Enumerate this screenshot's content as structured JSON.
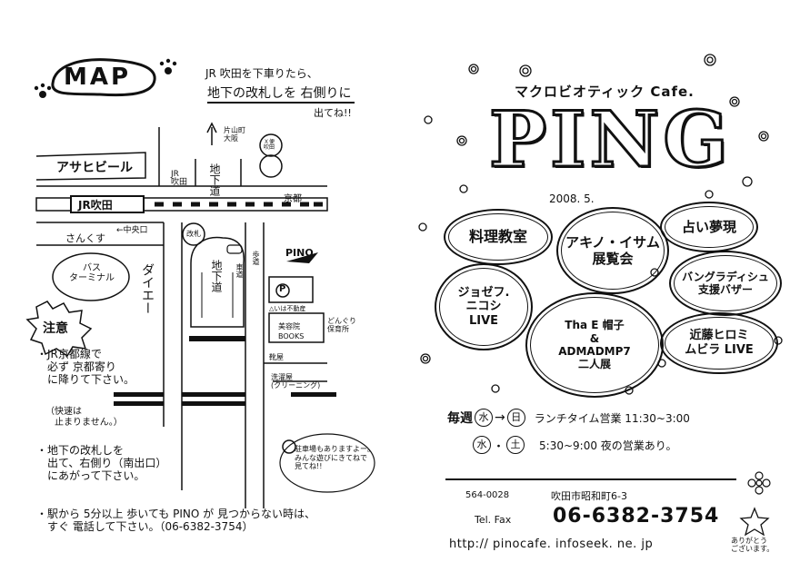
{
  "map": {
    "title": "MAP",
    "intro_line1": "JR 吹田を下車りたら、",
    "intro_line2": "地下の改札しを 右側りに",
    "intro_line3": "出てね!!",
    "labels": {
      "asahi": "アサヒビール",
      "jr_station": "JR吹田",
      "jr_small": "JR\n吹田",
      "sankusu": "さんくす",
      "south_exit": "←中央口",
      "bus": "バス\nターミナル",
      "daiei": "ダイエー",
      "chika_dou_top": "地下道",
      "chika_dou": "地下道",
      "kyoto": "京都",
      "katayama": "片山町\n大阪",
      "suita_post": "Ｘ便\n吹田",
      "kaisatsu": "改札",
      "pino": "PINO",
      "parking": "P",
      "fudosan": "△いは不動産",
      "biyoin": "美容院",
      "books": "BOOKS",
      "doctor": "どんぐり\n保育所",
      "shoe": "靴屋",
      "laundry": "洗濯屋\n(クリーニング)",
      "hodo": "歩道",
      "shado": "車道",
      "chushajo_note": "駐車場もありますよー。\nみんな遊びにきてねで\n見てね!!"
    },
    "caution_title": "注意",
    "notes": [
      "・JR京都線で\n　必ず 京都寄り\n　に降りて下さい。",
      "（快速は\n　止まりません。）",
      "・地下の改札しを\n　出て、右側り（南出口）\n　にあがって下さい。",
      "・駅から 5分以上 歩いても PINO が 見つからない時は、\n　すぐ 電話して下さい。（06-6382-3754）"
    ]
  },
  "flyer": {
    "subtitle": "マクロビオティック Cafe.",
    "logo": "PING",
    "date": "2008. 5.",
    "events": [
      {
        "label": "料理教室"
      },
      {
        "label": "アキノ・イサム\n展覧会"
      },
      {
        "label": "占い夢現"
      },
      {
        "label": "ジョゼフ.\nニコシ\nLIVE"
      },
      {
        "label": "Tha E 帽子\n&\nADMADMP7\n二人展"
      },
      {
        "label": "バングラディシュ\n支援バザー"
      },
      {
        "label": "近藤ヒロミ\nムビラ LIVE"
      }
    ],
    "hours_line1_prefix": "毎週",
    "hours_day_wed": "水",
    "hours_arrow": "→",
    "hours_day_sun": "日",
    "hours_line1_text": "ランチタイム営業 11:30~3:00",
    "hours_day_wed2": "水",
    "hours_dot": "・",
    "hours_day_sat": "土",
    "hours_line2_text": "5:30~9:00 夜の営業あり。",
    "postal": "564-0028",
    "address": "吹田市昭和町6-3",
    "tel_label": "Tel. Fax",
    "tel": "06-6382-3754",
    "url": "http:// pinocafe. infoseek. ne. jp",
    "thanks": "ありがとう\nございます。"
  }
}
